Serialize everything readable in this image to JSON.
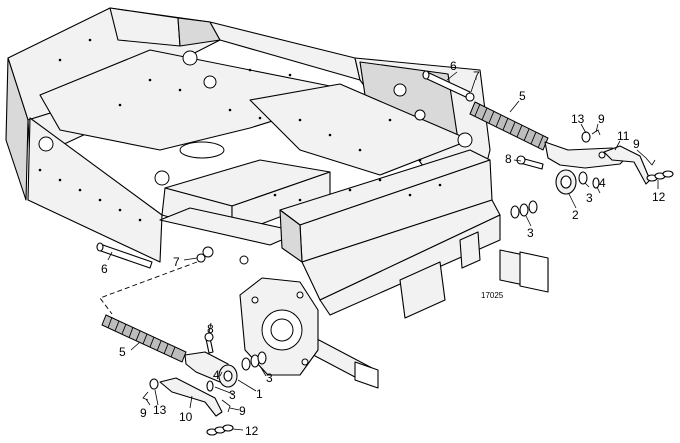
{
  "figure_ref": "17025",
  "callouts": {
    "c1": "1",
    "c2": "2",
    "c3a": "3",
    "c3b": "3",
    "c3c": "3",
    "c3d": "3",
    "c4a": "4",
    "c4b": "4",
    "c5a": "5",
    "c5b": "5",
    "c6a": "6",
    "c6b": "6",
    "c7a": "7",
    "c7b": "7",
    "c8a": "8",
    "c8b": "8",
    "c9a": "9",
    "c9b": "9",
    "c9c": "9",
    "c9d": "9",
    "c10": "10",
    "c11": "11",
    "c12a": "12",
    "c12b": "12",
    "c13a": "13",
    "c13b": "13"
  }
}
